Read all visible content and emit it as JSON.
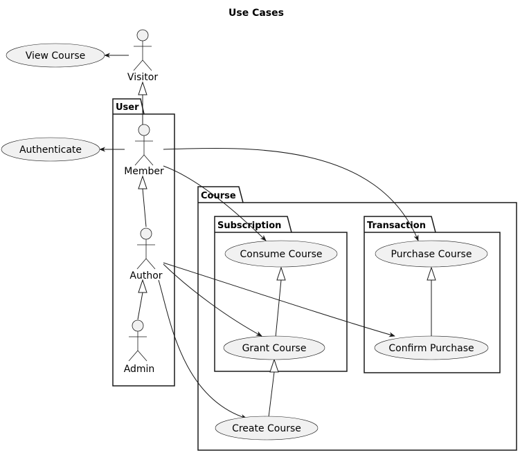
{
  "title": "Use Cases",
  "packages": {
    "user": "User",
    "course": "Course",
    "subscription": "Subscription",
    "transaction": "Transaction"
  },
  "actors": {
    "visitor": "Visitor",
    "member": "Member",
    "author": "Author",
    "admin": "Admin"
  },
  "usecases": {
    "view_course": "View Course",
    "authenticate": "Authenticate",
    "consume_course": "Consume Course",
    "grant_course": "Grant Course",
    "create_course": "Create Course",
    "purchase_course": "Purchase Course",
    "confirm_purchase": "Confirm Purchase"
  },
  "colors": {
    "usecase_fill": "#f1f1f1",
    "stroke": "#181818",
    "text": "#000000"
  }
}
